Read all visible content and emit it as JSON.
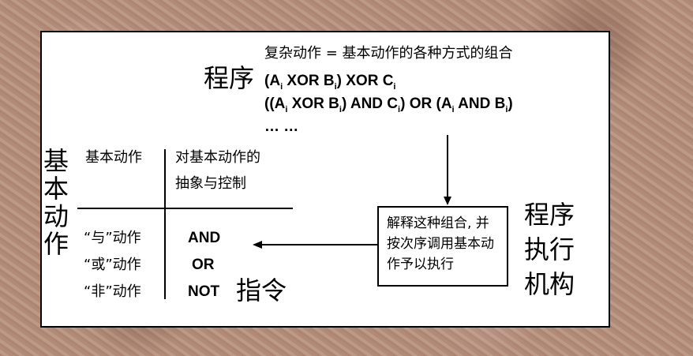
{
  "program_label": "程序",
  "complex_header": "复杂动作 = 基本动作的各种方式的组合",
  "expr1": {
    "p1": "(A",
    "s1": "i",
    "p2": " XOR B",
    "s2": "i",
    "p3": ") XOR C",
    "s3": "i"
  },
  "expr2": {
    "p1": "((A",
    "s1": "i",
    "p2": " XOR B",
    "s2": "i",
    "p3": ") AND C",
    "s3": "i",
    "p4": ") OR (A",
    "s4": "i",
    "p5": " AND B",
    "s5": "i",
    "p6": ")"
  },
  "ellipsis": "… …",
  "basic_actions_title": [
    "基",
    "本",
    "动",
    "作"
  ],
  "table": {
    "col1_header": "基本动作",
    "col2_header_lines": [
      "对基本动作的",
      "抽象与控制"
    ],
    "rows": [
      {
        "action": "“与”动作",
        "instr": "AND"
      },
      {
        "action": "“或”动作",
        "instr": "OR"
      },
      {
        "action": "“非”动作",
        "instr": "NOT"
      }
    ]
  },
  "instruction_label": "指令",
  "executor_box_lines": [
    "解释这种组合, 并",
    "按次序调用基本动",
    "作予以执行"
  ],
  "executor_label_lines": [
    "程序",
    "执行",
    "机构"
  ]
}
